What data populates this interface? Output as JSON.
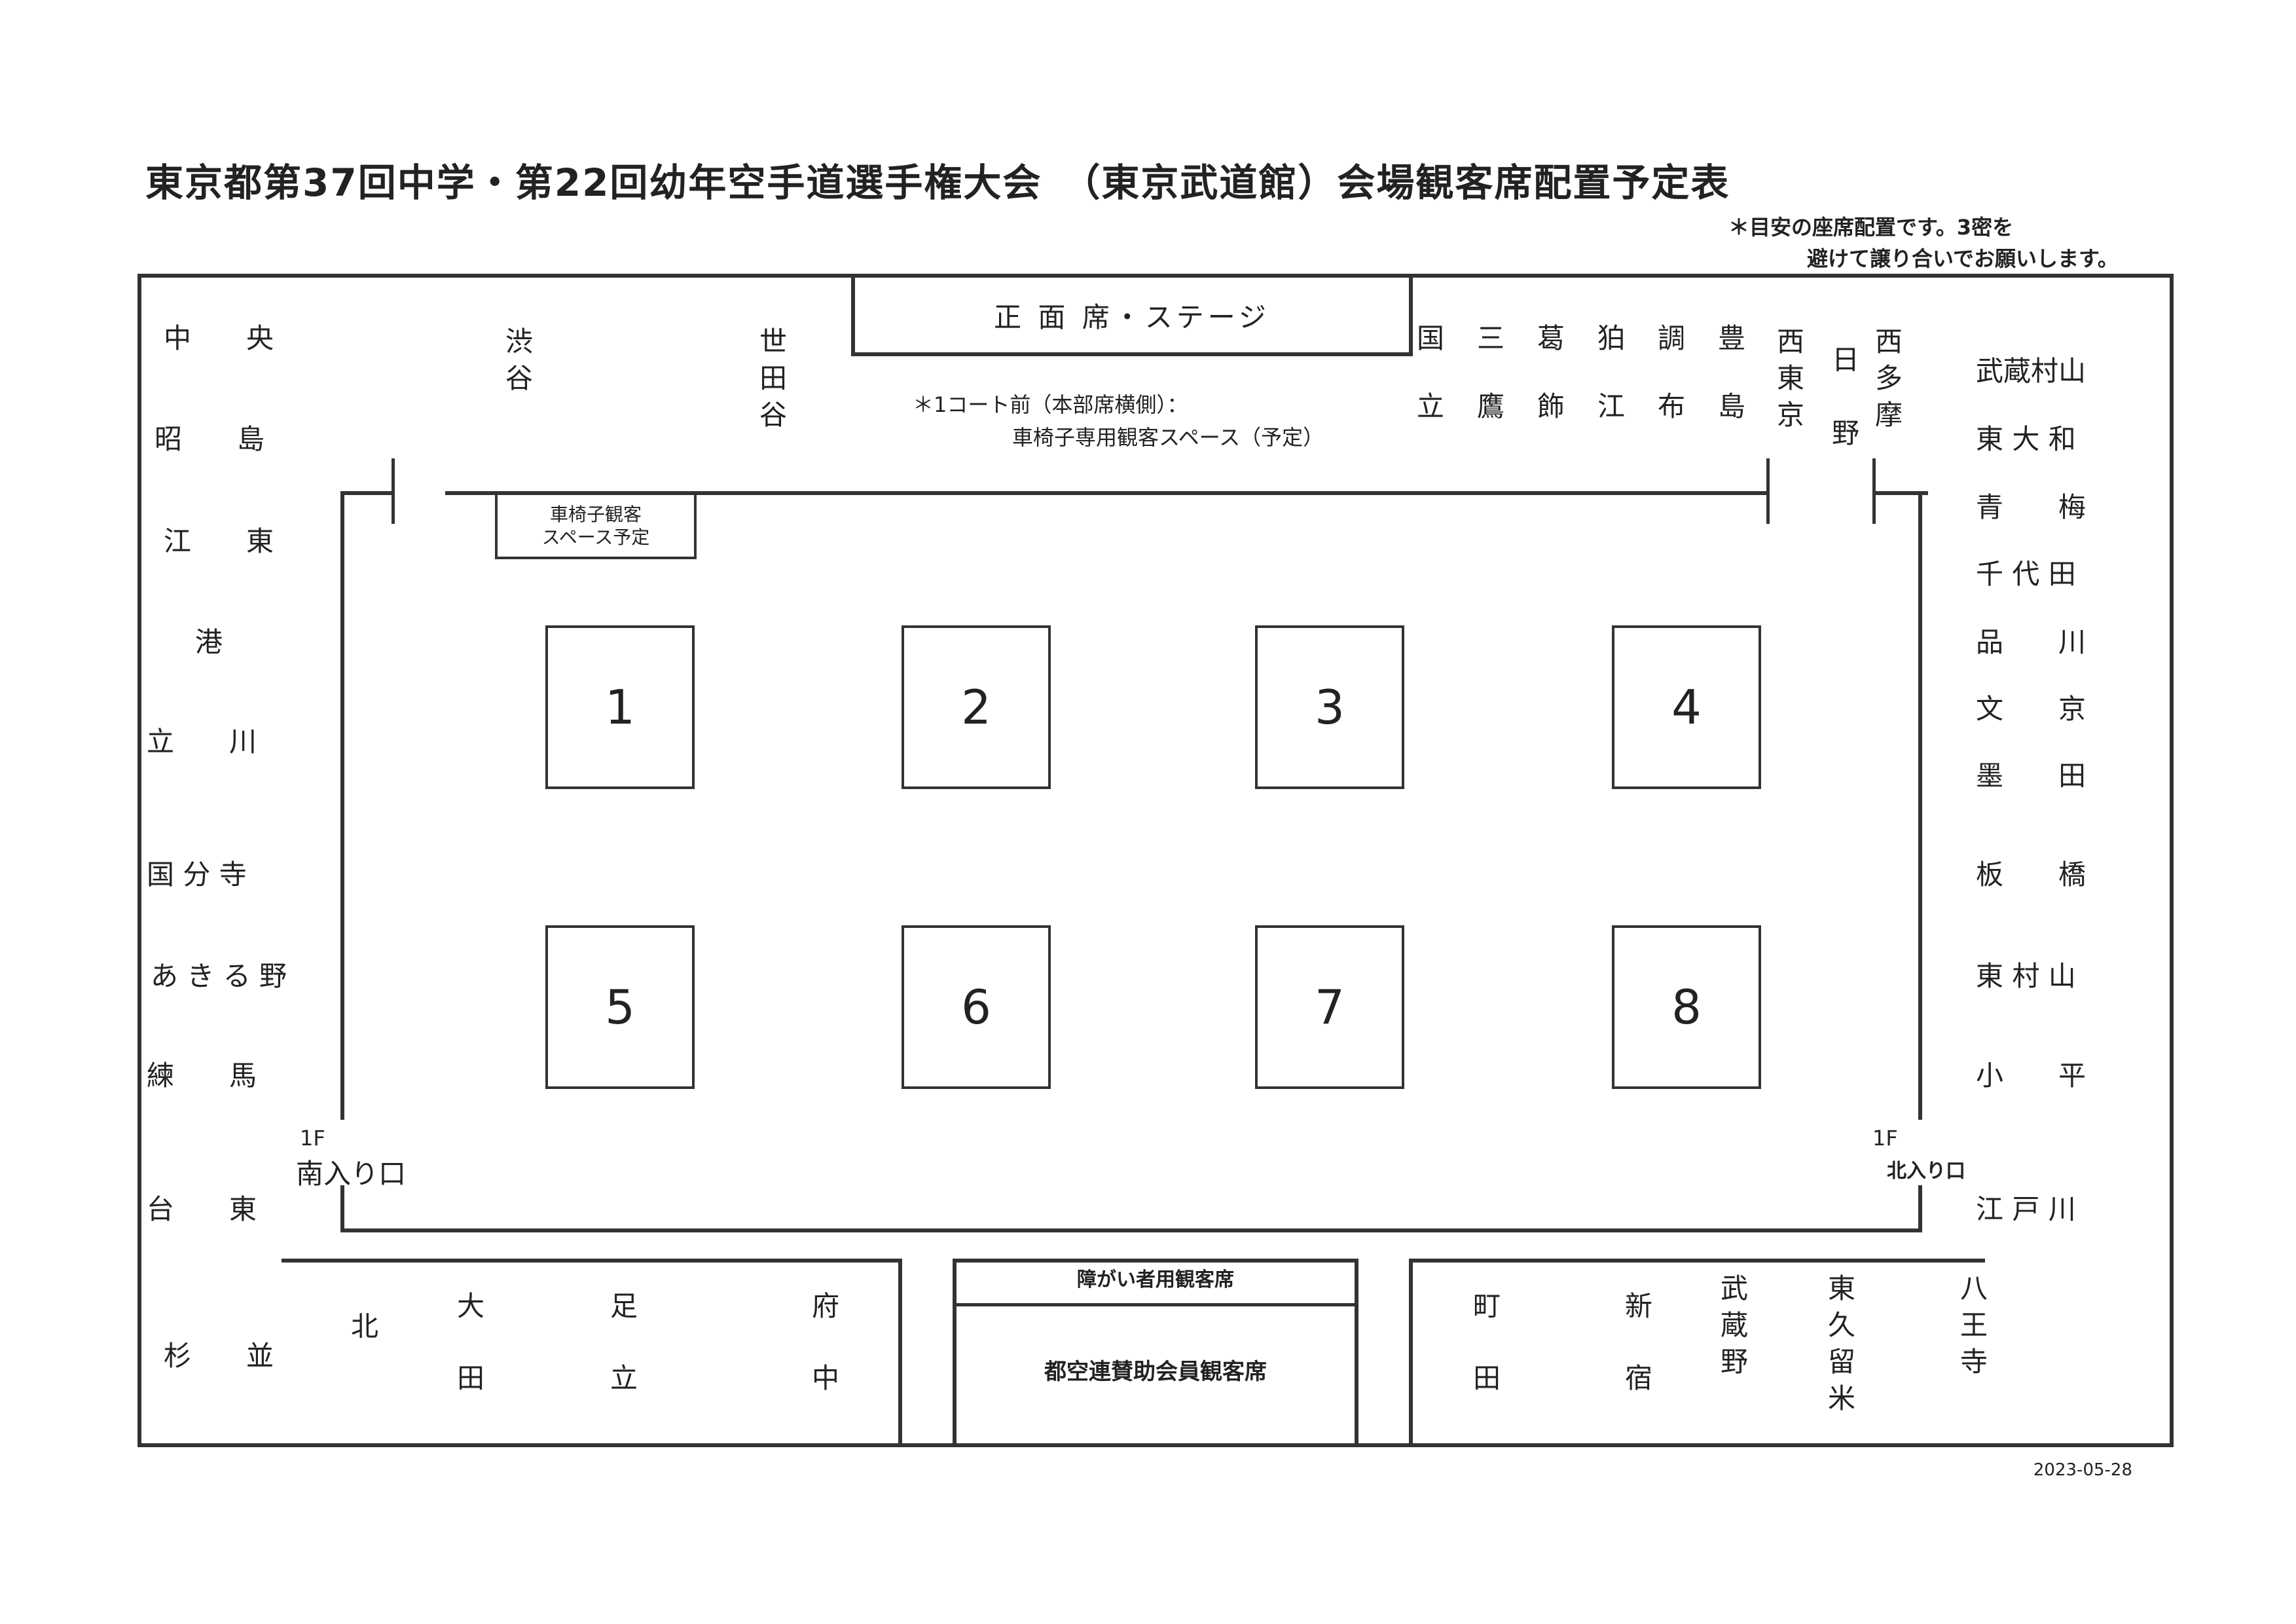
{
  "title": "東京都第37回中学・第22回幼年空手道選手権大会　（東京武道館）会場観客席配置予定表",
  "note": {
    "line1": "＊目安の座席配置です。3密を",
    "line2": "避けて譲り合いでお願いします。"
  },
  "stage": "正 面 席・ステージ",
  "wheelchair_note": {
    "line1": "＊1コート前（本部席横側）：",
    "line2": "車椅子専用観客スペース（予定）"
  },
  "wheelchair_box": {
    "line1": "車椅子観客",
    "line2": "スペース予定"
  },
  "courts": [
    "1",
    "2",
    "3",
    "4",
    "5",
    "6",
    "7",
    "8"
  ],
  "left_areas": [
    "中　　央",
    "昭　　島",
    "江　　東",
    "港",
    "立　　川",
    "国 分 寺",
    "あ き る 野",
    "練　　馬",
    "台　　東",
    "杉　　並"
  ],
  "right_areas": [
    "武蔵村山",
    "東 大 和",
    "青　　梅",
    "千 代 田",
    "品　　川",
    "文　　京",
    "墨　　田",
    "板　　橋",
    "東 村 山",
    "小　　平",
    "江 戸 川"
  ],
  "top_areas": {
    "shibuya": "渋谷",
    "setagaya": "世田谷",
    "center_row1": "国　三　葛　狛　調　豊",
    "center_row2": "立　鷹　飾　江　布　島",
    "nishitokyo": "西東京",
    "hino": "日　野",
    "nishitama": "西多摩"
  },
  "bottom_left": {
    "kita": "北",
    "ota": "大田",
    "adachi": "足立",
    "fuchu": "府中"
  },
  "bottom_center": {
    "header": "障がい者用観客席",
    "body": "都空連賛助会員観客席"
  },
  "bottom_right": {
    "machida": "町田",
    "shinjuku": "新宿",
    "musashino": "武蔵野",
    "higashikurume": "東久留米",
    "hachioji": "八王寺"
  },
  "entrances": {
    "south_floor": "1F",
    "south": "南入り口",
    "north_floor": "1F",
    "north": "北入り口"
  },
  "date": "2023-05-28"
}
